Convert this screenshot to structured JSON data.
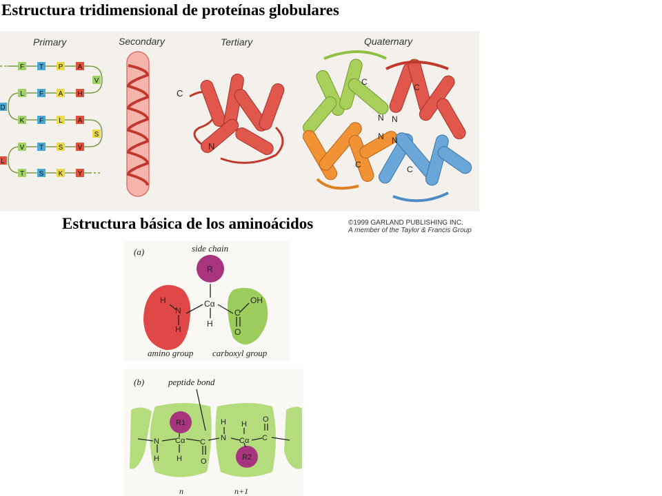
{
  "titles": {
    "main": "Estructura tridimensional de proteínas globulares",
    "sub": "Estructura básica de los aminoácidos"
  },
  "levels": {
    "primary": "Primary",
    "secondary": "Secondary",
    "tertiary": "Tertiary",
    "quaternary": "Quaternary"
  },
  "primary_sequence": {
    "row1": [
      "F",
      "T",
      "P",
      "A"
    ],
    "row1_turn": "V",
    "row2": [
      "L",
      "F",
      "A",
      "H"
    ],
    "row2_turn": "D",
    "row3": [
      "K",
      "F",
      "L",
      "A"
    ],
    "row3_turn": "S",
    "row4": [
      "V",
      "T",
      "S",
      "V"
    ],
    "row4_turn": "L",
    "row5": [
      "T",
      "S",
      "K",
      "Y"
    ]
  },
  "terminals": {
    "c": "C",
    "n": "N"
  },
  "copyright": {
    "line1": "©1999 GARLAND PUBLISHING INC.",
    "line2": "A member of the Taylor & Francis Group"
  },
  "amino_acid": {
    "panel_label": "(a)",
    "side_chain": "side chain",
    "r": "R",
    "h": "H",
    "n": "N",
    "ca": "Cα",
    "c": "C",
    "oh": "OH",
    "o": "O",
    "amino_group": "amino group",
    "carboxyl_group": "carboxyl group"
  },
  "peptide": {
    "panel_label": "(b)",
    "peptide_bond": "peptide bond",
    "r1": "R1",
    "r2": "R2",
    "h": "H",
    "n": "N",
    "ca": "Cα",
    "c": "C",
    "o": "O",
    "index_n": "n",
    "index_n1": "n+1"
  },
  "colors": {
    "helix": "#e2574c",
    "green_chain": "#a9cf5b",
    "orange_chain": "#f19235",
    "blue_chain": "#6aa6d8",
    "side_chain": "#a8347e",
    "amino_blob": "#e04848",
    "carboxyl_blob": "#9ccd5c",
    "tag_green": "#9fd163",
    "tag_blue": "#4aa8d8",
    "tag_red": "#e0503c",
    "tag_yellow": "#ecd94a"
  }
}
